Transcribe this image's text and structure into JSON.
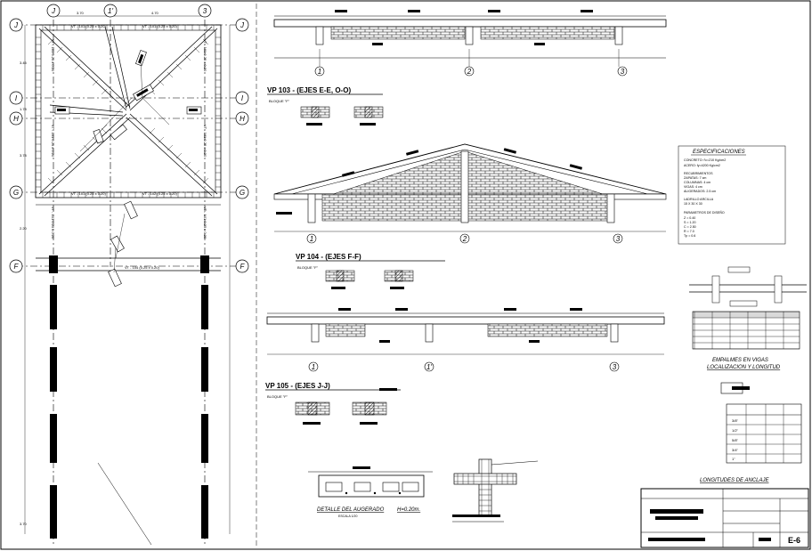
{
  "plan": {
    "grid_top": [
      "J",
      "1'",
      "3"
    ],
    "grid_left": [
      "J",
      "I",
      "H",
      "G",
      "F"
    ],
    "grid_right": [
      "J",
      "I",
      "H",
      "G",
      "F"
    ],
    "dim_top": [
      "3.70",
      "4.70"
    ],
    "dim_left": [
      "3.45",
      "1.78",
      "3.78",
      "2.20",
      "3.70"
    ]
  },
  "beam_top": {
    "axes": [
      "1",
      "2",
      "3"
    ]
  },
  "vp103": {
    "title": "VP 103 - (EJES E-E, O-O)",
    "bloque": "BLOQUE \"F\"",
    "axes": [
      "1",
      "2",
      "3"
    ]
  },
  "vp104": {
    "title": "VP 104 - (EJES F-F)",
    "bloque": "BLOQUE \"F\"",
    "axes": [
      "1",
      "1'",
      "3"
    ]
  },
  "vp105": {
    "title": "VP 105 - (EJES J-J)",
    "bloque": "BLOQUE \"F\""
  },
  "detalle": {
    "title": "DETALLE DEL AUGERADO",
    "subtitle": "H=0.20m.",
    "escala": "ESCALA 1/20"
  },
  "specs": {
    "title": "ESPECIFICACIONES",
    "lines": [
      "CONCRETO: f'c=210 Kg/cm2",
      "ACERO: fy=4200 Kg/cm2",
      "RECUBRIMIENTOS",
      "ZAPATAS: 7 cm",
      "COLUMNAS: 4 cm",
      "VIGAS: 4 cm",
      "ALIGERADOS: 2.5 cm",
      "LADRILLO ARCILLA",
      "15 X 30 X 30",
      "PARAMETROS DE DISEÑO",
      "Z = 0.40",
      "S = 1.20",
      "C = 2.50",
      "R = 7.0",
      "Tp = 0.6"
    ]
  },
  "empalmes": {
    "title": "EMPALMES EN VIGAS",
    "subtitle": "LOCALIZACION Y LONGITUD"
  },
  "longitudes": {
    "title": "LONGITUDES DE ANCLAJE",
    "rows": [
      "3/8\"",
      "1/2\"",
      "5/8\"",
      "3/4\"",
      "1\""
    ]
  },
  "title_block": {
    "sheet": "E-6"
  }
}
